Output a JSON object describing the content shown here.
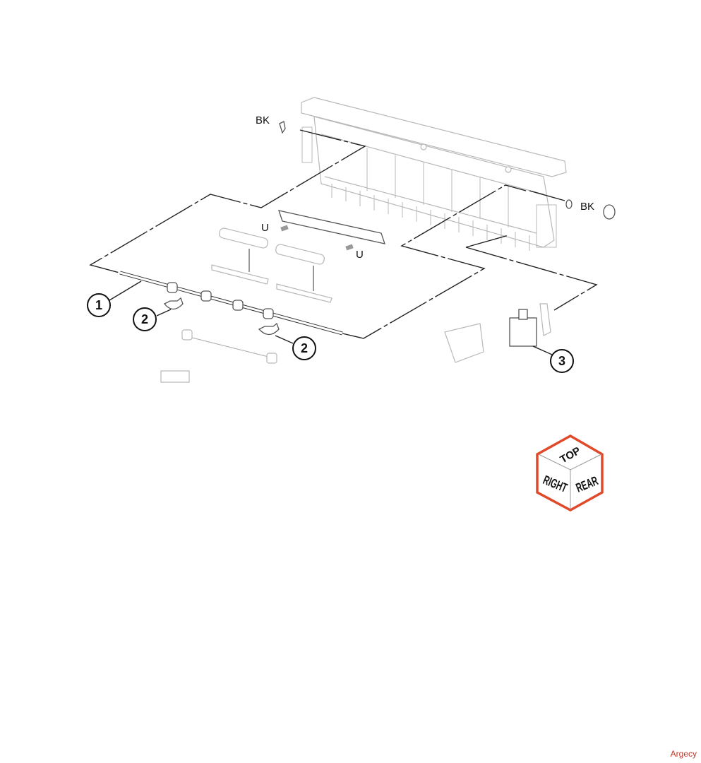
{
  "diagram": {
    "labels": {
      "bk_left": "BK",
      "bk_right": "BK",
      "u_left": "U",
      "u_right": "U"
    },
    "callouts": [
      "1",
      "2",
      "2",
      "3"
    ],
    "orientation_cube": {
      "top": "TOP",
      "right": "RIGHT",
      "rear": "REAR",
      "border_color": "#e04a2a"
    }
  },
  "footer": {
    "watermark": "Argecy"
  }
}
